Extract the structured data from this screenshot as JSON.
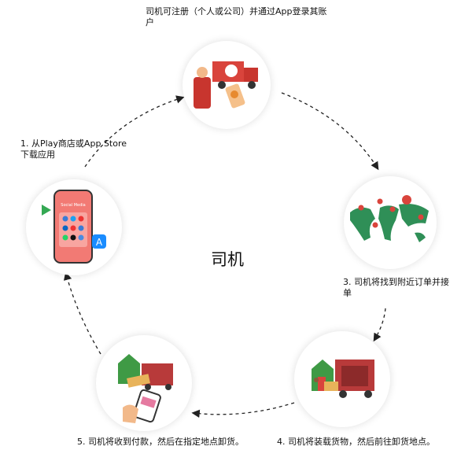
{
  "center_title": "司机",
  "steps": {
    "register": "司机可注册（个人或公司）并通过App登录其账户",
    "download": "1. 从Play商店或App Store 下载应用",
    "find_orders": "3. 司机将找到附近订单并接单",
    "load_goods": "4. 司机将装载货物，然后前往卸货地点。",
    "get_paid": "5. 司机将收到付款，然后在指定地点卸货。"
  },
  "phone": {
    "screen_title": "Social Media"
  },
  "colors": {
    "truck_red": "#d9443c",
    "map_green": "#2f8f57",
    "phone_red": "#f27a74",
    "house_green": "#3f9a45"
  }
}
